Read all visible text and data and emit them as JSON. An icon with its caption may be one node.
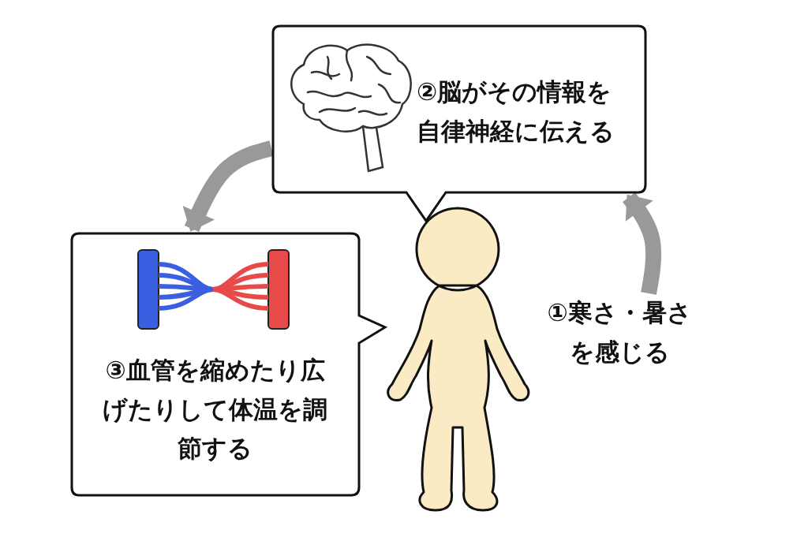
{
  "diagram": {
    "nodes": [
      {
        "text": [
          "②脳がその情報を自律神経に伝える"
        ]
      },
      {
        "text": [
          "③血管を縮めたり広げたりして体温を調節する"
        ]
      },
      {
        "text": [],
        "shape": "person"
      },
      {
        "text": [
          "①寒さ・暑さを感じる"
        ]
      }
    ],
    "edges": [
      {
        "from": 3,
        "to": 0,
        "arrow": "to"
      },
      {
        "from": 0,
        "to": 1,
        "arrow": "to"
      }
    ]
  }
}
